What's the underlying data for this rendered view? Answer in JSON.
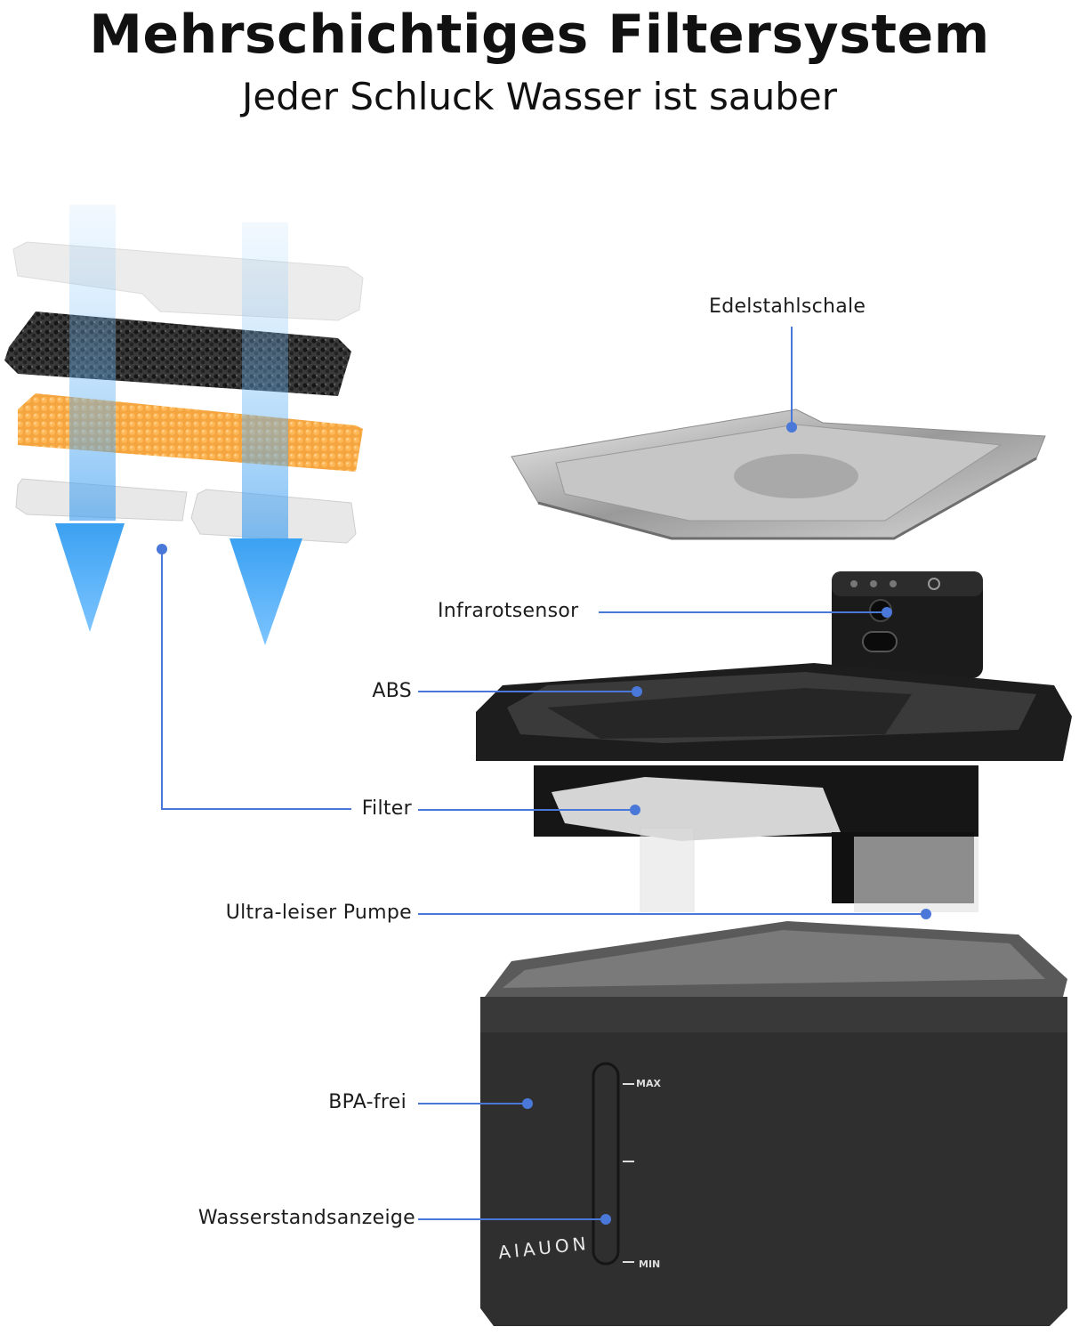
{
  "header": {
    "title": "Mehrschichtiges Filtersystem",
    "subtitle": "Jeder Schluck Wasser ist sauber"
  },
  "callouts": {
    "edelstahlschale": "Edelstahlschale",
    "infrarotsensor": "Infrarotsensor",
    "abs": "ABS",
    "filter": "Filter",
    "pumpe": "Ultra-leiser Pumpe",
    "bpa": "BPA-frei",
    "wasserstand": "Wasserstandsanzeige"
  },
  "product": {
    "brand": "AIAUON",
    "scale_max": "MAX",
    "scale_min": "MIN"
  },
  "colors": {
    "accent_line": "#4a78d8",
    "water_blue": "#47a8f0",
    "filter_orange": "#f5a540",
    "carbon": "#2a2a2a"
  }
}
